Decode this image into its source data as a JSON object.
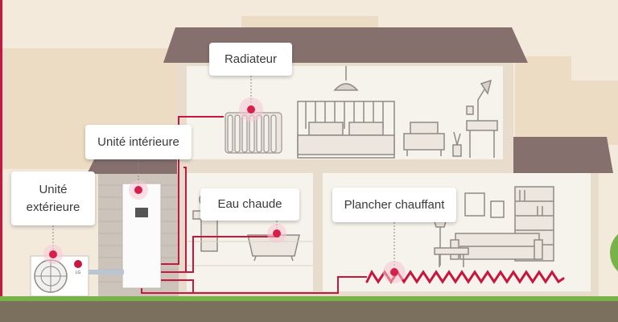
{
  "labels": {
    "radiator": "Radiateur",
    "indoor_unit": "Unité intérieure",
    "outdoor_unit": "Unité\nextérieure",
    "hot_water": "Eau chaude",
    "floor_heating": "Plancher chauffant"
  },
  "outdoor_unit_brand": "LG",
  "colors": {
    "pipe": "#c8173f",
    "wall": "#f5f0e8",
    "roof": "#86706e",
    "ground": "#7b6f5e",
    "grass": "#79b24b",
    "background": "#f3eadc",
    "hotspot": "#d81e4a"
  }
}
